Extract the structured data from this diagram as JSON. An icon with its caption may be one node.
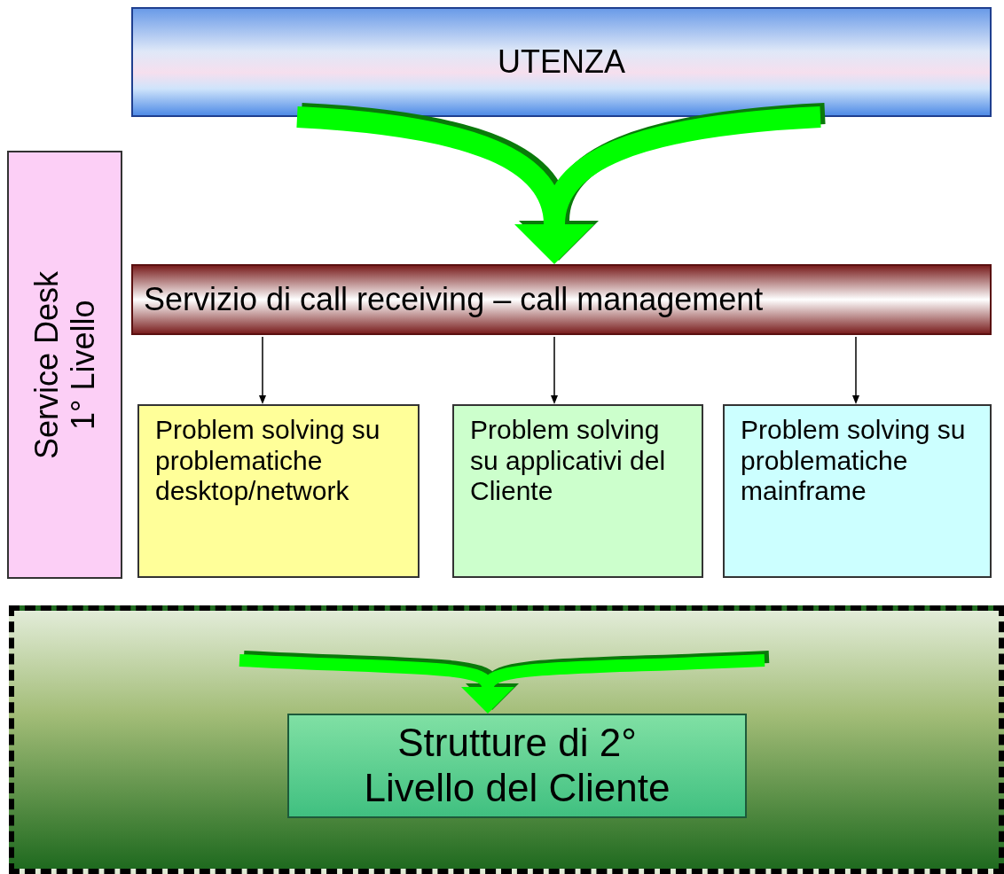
{
  "diagram": {
    "nodes": [
      {
        "text": [
          "UTENZA"
        ]
      },
      {
        "text": [
          "Service Desk 1° Livello"
        ]
      },
      {
        "text": [
          "Servizio di call receiving – call management"
        ]
      },
      {
        "text": [
          "Problem solving su problematiche desktop/network"
        ]
      },
      {
        "text": [
          "Problem solving su applicativi del Cliente"
        ]
      },
      {
        "text": [
          "Problem solving su problematiche mainframe"
        ]
      },
      {
        "text": [],
        "shape": "box"
      },
      {
        "text": [
          "Strutture di 2° Livello del Cliente"
        ],
        "in": 6
      }
    ],
    "edges": [
      {
        "from": 0,
        "to": 2,
        "arrow": "to",
        "style": "thick",
        "color": "#00ff00"
      },
      {
        "from": 2,
        "to": 3,
        "arrow": "to"
      },
      {
        "from": 2,
        "to": 4,
        "arrow": "to"
      },
      {
        "from": 2,
        "to": 5,
        "arrow": "to"
      },
      {
        "from": null,
        "to": 7,
        "arrow": "to",
        "style": "thick",
        "color": "#00ff00"
      }
    ]
  }
}
